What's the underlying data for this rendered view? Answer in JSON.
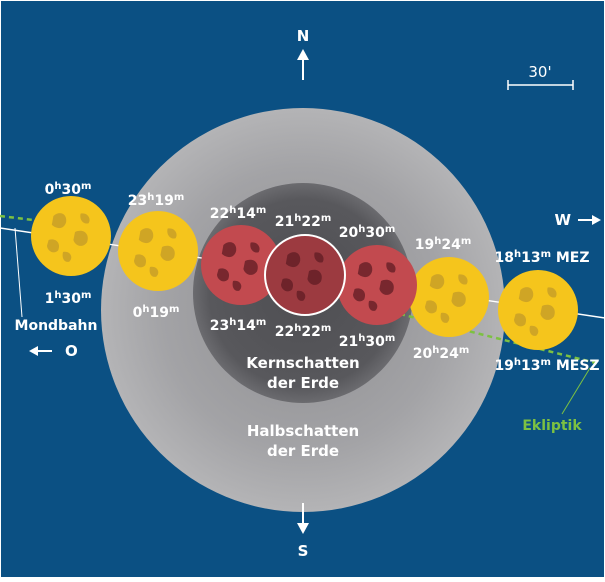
{
  "colors": {
    "background": "#0b5083",
    "penumbra": "#a7a7a9",
    "umbra": "#5b5b5f",
    "moon_yellow": "#f5c51c",
    "moon_red": "#b3444a",
    "ecliptic": "#7cc142",
    "text_light": "#ffffff",
    "text_dark": "#1f1f1f"
  },
  "compass": {
    "north": "N",
    "south": "S",
    "west": "W",
    "east": "O"
  },
  "scale": {
    "label": "30'"
  },
  "shadows": {
    "umbra_label_1": "Kernschatten",
    "umbra_label_2": "der Erde",
    "penumbra_label_1": "Halbschatten",
    "penumbra_label_2": "der Erde"
  },
  "paths": {
    "moon_orbit": "Mondbahn",
    "ecliptic": "Ekliptik"
  },
  "time_labels": [
    {
      "main": "0",
      "sup1": "h",
      "mid": "30",
      "sup2": "m",
      "tail": ""
    },
    {
      "main": "1",
      "sup1": "h",
      "mid": "30",
      "sup2": "m",
      "tail": ""
    },
    {
      "main": "23",
      "sup1": "h",
      "mid": "19",
      "sup2": "m",
      "tail": ""
    },
    {
      "main": "0",
      "sup1": "h",
      "mid": "19",
      "sup2": "m",
      "tail": ""
    },
    {
      "main": "22",
      "sup1": "h",
      "mid": "14",
      "sup2": "m",
      "tail": ""
    },
    {
      "main": "23",
      "sup1": "h",
      "mid": "14",
      "sup2": "m",
      "tail": ""
    },
    {
      "main": "21",
      "sup1": "h",
      "mid": "22",
      "sup2": "m",
      "tail": ""
    },
    {
      "main": "22",
      "sup1": "h",
      "mid": "22",
      "sup2": "m",
      "tail": ""
    },
    {
      "main": "20",
      "sup1": "h",
      "mid": "30",
      "sup2": "m",
      "tail": ""
    },
    {
      "main": "21",
      "sup1": "h",
      "mid": "30",
      "sup2": "m",
      "tail": ""
    },
    {
      "main": "19",
      "sup1": "h",
      "mid": "24",
      "sup2": "m",
      "tail": ""
    },
    {
      "main": "20",
      "sup1": "h",
      "mid": "24",
      "sup2": "m",
      "tail": ""
    },
    {
      "main": "18",
      "sup1": "h",
      "mid": "13",
      "sup2": "m",
      "tail": " MEZ"
    },
    {
      "main": "19",
      "sup1": "h",
      "mid": "13",
      "sup2": "m",
      "tail": " MESZ"
    }
  ]
}
